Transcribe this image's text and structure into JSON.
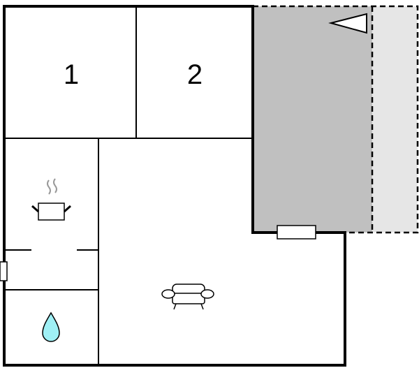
{
  "plan": {
    "rooms": [
      {
        "id": "bedroom-1",
        "label": "1"
      },
      {
        "id": "bedroom-2",
        "label": "2"
      },
      {
        "id": "kitchen",
        "icon": "cooking-pot-icon"
      },
      {
        "id": "hallway"
      },
      {
        "id": "bathroom",
        "icon": "water-drop-icon"
      },
      {
        "id": "living-room",
        "icon": "sofa-icon"
      },
      {
        "id": "terrace",
        "icon": "compass-triangle-icon"
      }
    ],
    "colors": {
      "wall": "#000000",
      "terrace": "#c0c0c0",
      "terrace_outer": "#e6e6e6",
      "water": "#9ff0f5",
      "steam": "#999999"
    }
  }
}
